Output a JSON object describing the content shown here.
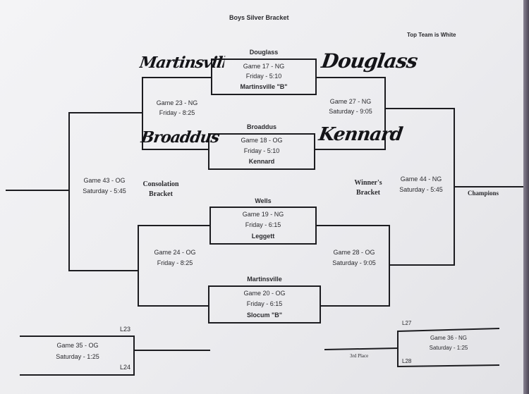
{
  "header": {
    "title": "Boys Silver Bracket",
    "note": "Top Team is White"
  },
  "labels": {
    "consolation": "Consolation",
    "consolation2": "Bracket",
    "winners": "Winner's",
    "winners2": "Bracket",
    "champions": "Champions",
    "third_place": "3rd Place"
  },
  "games": {
    "g17": {
      "name": "Game 17 - NG",
      "time": "Friday - 5:10",
      "top": "Douglass",
      "bottom": "Martinsville \"B\""
    },
    "g18": {
      "name": "Game 18 - OG",
      "time": "Friday - 5:10",
      "top": "Broaddus",
      "bottom": "Kennard"
    },
    "g19": {
      "name": "Game 19 - NG",
      "time": "Friday - 6:15",
      "top": "Wells",
      "bottom": "Leggett"
    },
    "g20": {
      "name": "Game 20 - OG",
      "time": "Friday - 6:15",
      "top": "Martinsville",
      "bottom": "Slocum \"B\""
    },
    "g23": {
      "name": "Game 23 - NG",
      "time": "Friday - 8:25"
    },
    "g24": {
      "name": "Game 24 - OG",
      "time": "Friday - 8:25"
    },
    "g27": {
      "name": "Game 27 - NG",
      "time": "Saturday - 9:05"
    },
    "g28": {
      "name": "Game 28 - OG",
      "time": "Saturday - 9:05"
    },
    "g43": {
      "name": "Game 43 - OG",
      "time": "Saturday - 5:45"
    },
    "g44": {
      "name": "Game 44 - NG",
      "time": "Saturday - 5:45"
    },
    "g35": {
      "name": "Game 35 - OG",
      "time": "Saturday - 1:25",
      "top": "L23",
      "bottom": "L24"
    },
    "g36": {
      "name": "Game 36 - NG",
      "time": "Saturday - 1:25",
      "top": "L27",
      "bottom": "L28"
    }
  },
  "handwritten": {
    "g17_loser": "Martinsville B",
    "g17_winner": "Douglass",
    "g18_loser": "Broaddus",
    "g18_winner": "Kennard"
  }
}
